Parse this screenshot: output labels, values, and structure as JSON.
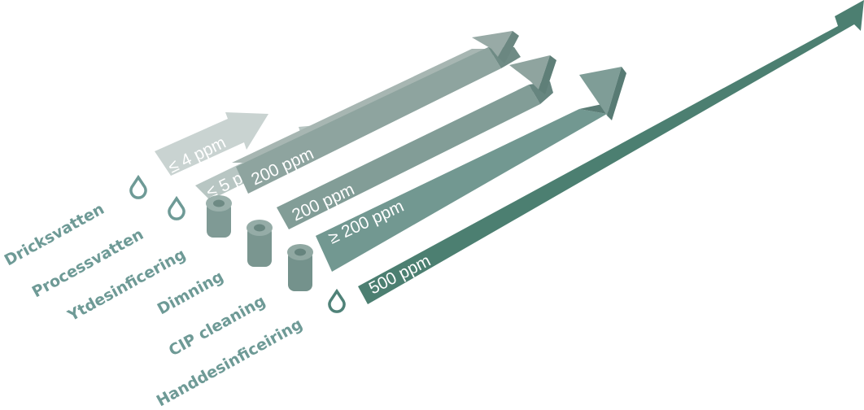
{
  "colors": {
    "label": "#6e9a96",
    "arrow_light": "#c9d3d1",
    "arrow_light_2": "#b4c3c0",
    "bar_top": "#9aaba7",
    "bar_front": "#87a19c",
    "bar_front_2": "#789690",
    "bar_front_3": "#6b8f88",
    "bar_side": "#5b7a74",
    "arrow_dark": "#4c7f71",
    "drop_outline": "#4f8278"
  },
  "categories": [
    {
      "name": "Dricksvatten",
      "value": "≤ 4 ppm",
      "icon": "drop-outline-icon"
    },
    {
      "name": "Processvatten",
      "value": "≤ 5 ppm",
      "icon": "drop-outline-icon"
    },
    {
      "name": "Ytdesinficering",
      "value": "200 ppm",
      "icon": "drop-cylinder-icon"
    },
    {
      "name": "Dimning",
      "value": "200 ppm",
      "icon": "drop-cylinder-icon"
    },
    {
      "name": "CIP cleaning",
      "value": "≥ 200 ppm",
      "icon": "drop-cylinder-icon"
    },
    {
      "name": "Handdesinficeiring",
      "value": "500 ppm",
      "icon": "drop-outline-icon"
    }
  ]
}
